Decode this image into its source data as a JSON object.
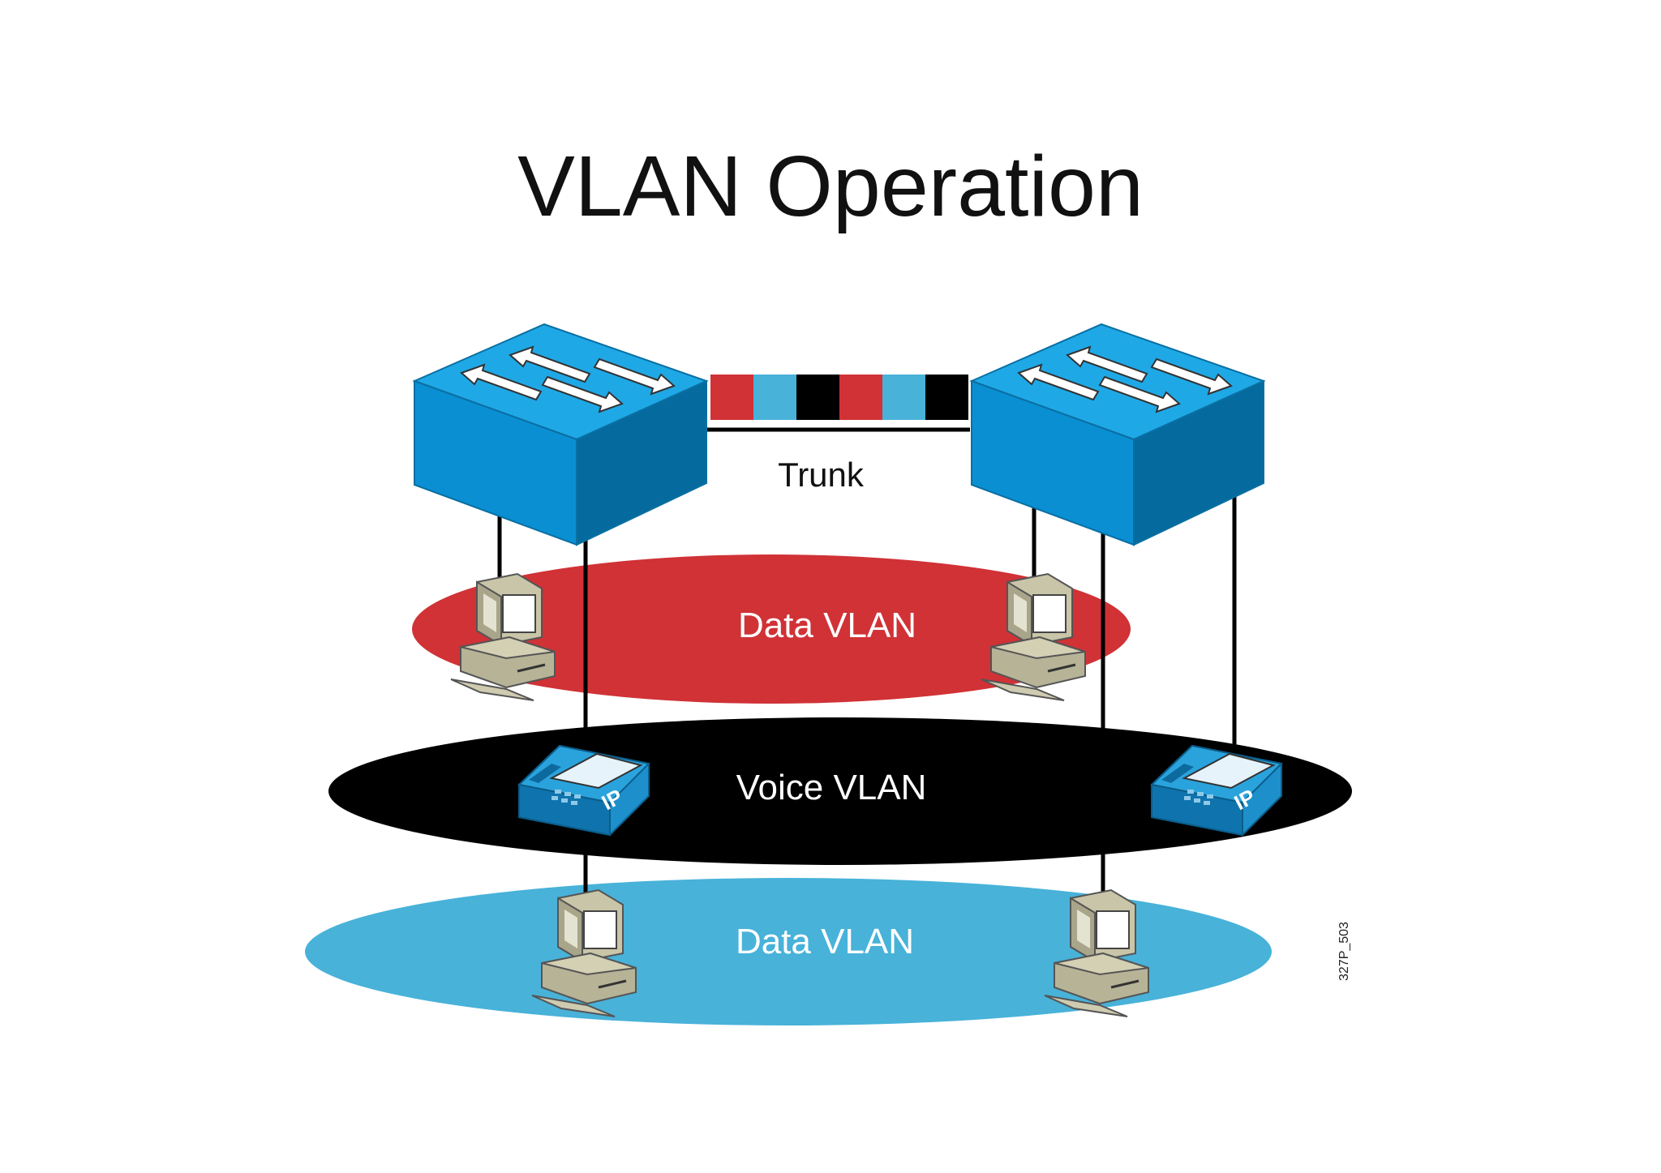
{
  "title": "VLAN Operation",
  "trunk_label": "Trunk",
  "figure_id": "327P_503",
  "vlans": [
    {
      "label": "Data VLAN",
      "color": "#d03236",
      "label_color": "#ffffff"
    },
    {
      "label": "Voice VLAN",
      "color": "#000000",
      "label_color": "#ffffff"
    },
    {
      "label": "Data VLAN",
      "color": "#48b2d9",
      "label_color": "#ffffff"
    }
  ],
  "trunk_frame_colors": [
    "#d03236",
    "#48b2d9",
    "#000000",
    "#d03236",
    "#48b2d9",
    "#000000"
  ],
  "devices": [
    {
      "type": "switch-icon",
      "count": 2
    },
    {
      "type": "workstation-icon",
      "count": 4
    },
    {
      "type": "ip-phone-icon",
      "count": 2
    }
  ],
  "phone_badge": "IP",
  "colors": {
    "switch_top": "#1fa8e6",
    "switch_front": "#0a8fd3",
    "switch_side": "#056b9e",
    "pc_body": "#c9c5a8",
    "phone_body": "#1d8fcb"
  }
}
